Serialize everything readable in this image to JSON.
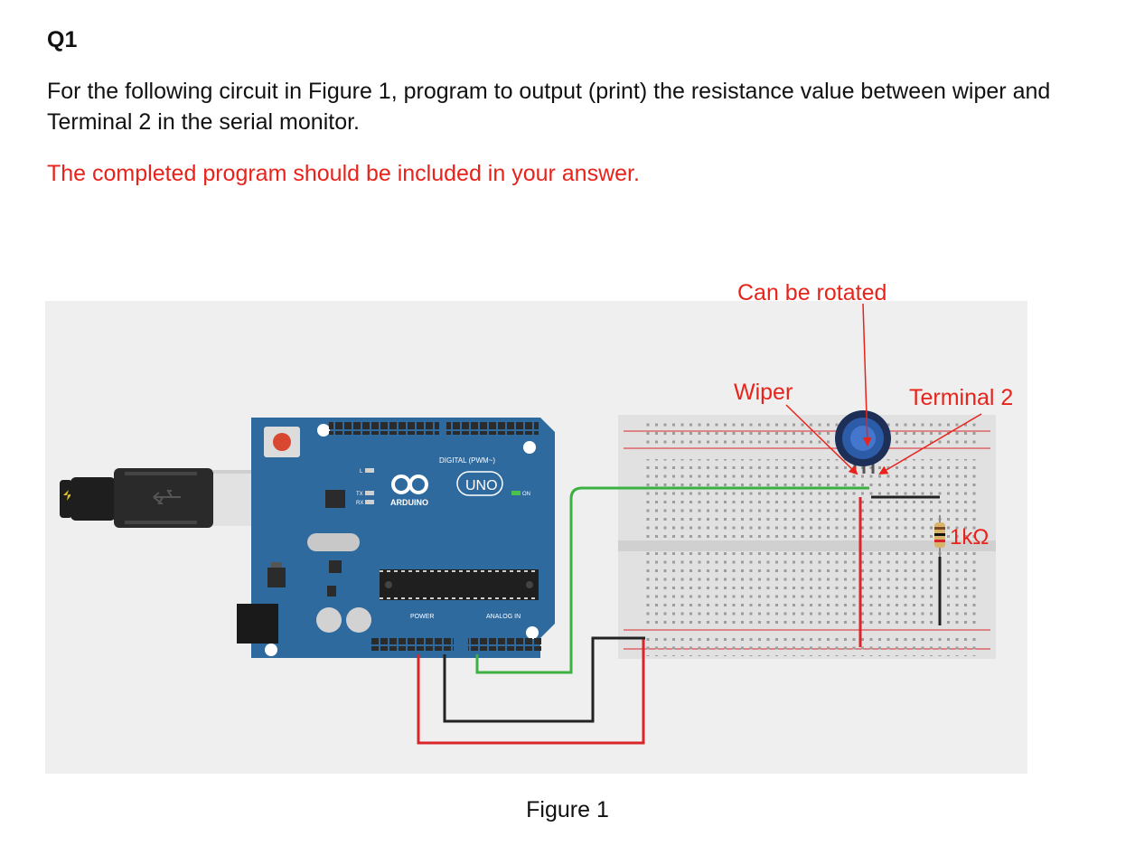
{
  "question": {
    "number": "Q1",
    "text": "For the following circuit in Figure 1, program to output (print) the resistance value between wiper and Terminal 2 in the serial monitor.",
    "note": "The completed program should be included in your answer."
  },
  "figure": {
    "caption": "Figure 1",
    "annotations": {
      "rotate": "Can be rotated",
      "wiper": "Wiper",
      "terminal2": "Terminal 2",
      "resistor": "1kΩ"
    },
    "board": {
      "digital_label": "DIGITAL (PWM~)",
      "logo": "UNO",
      "brand": "ARDUINO",
      "power_label": "POWER",
      "analog_label": "ANALOG IN",
      "on_label": "ON",
      "tx_label": "TX",
      "rx_label": "RX",
      "l_label": "L"
    },
    "colors": {
      "annotation": "#e8231b",
      "board": "#2e6a9e",
      "wire_green": "#3cb043",
      "wire_red": "#d9262a",
      "wire_black": "#222222"
    }
  }
}
